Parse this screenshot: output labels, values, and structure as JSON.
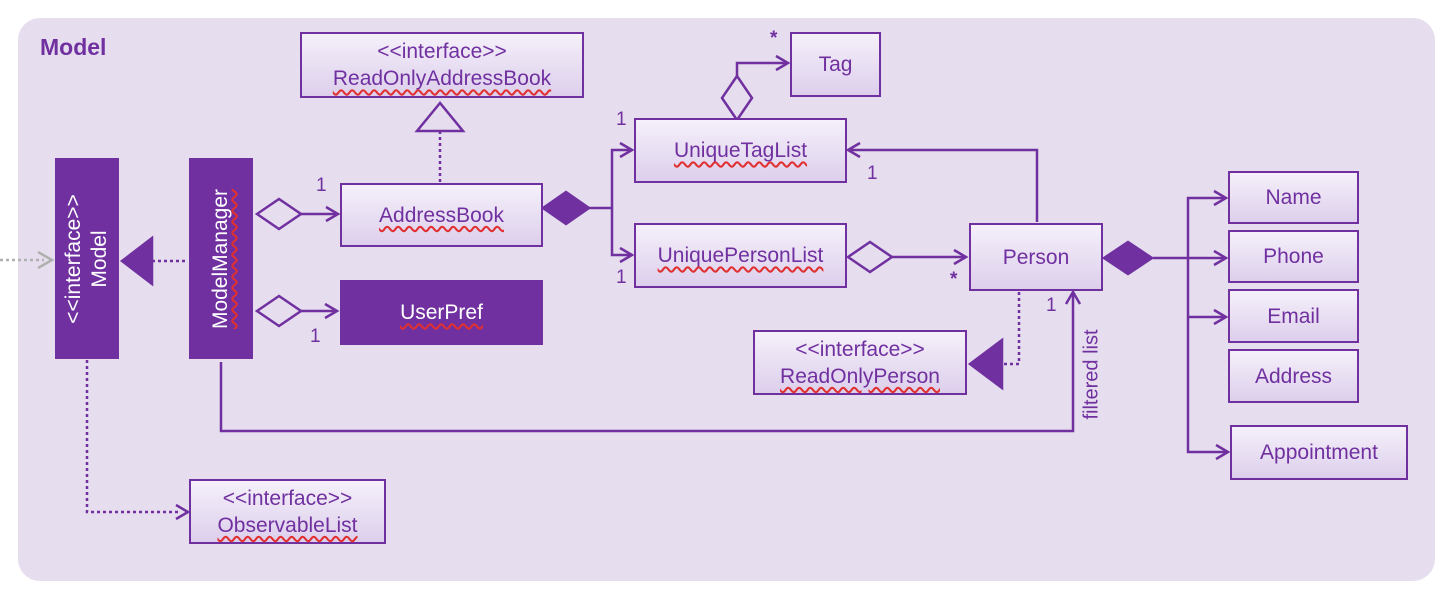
{
  "title": "Model",
  "interfaces": {
    "stereotype": "<<interface>>",
    "read_only_address_book": "ReadOnlyAddressBook",
    "read_only_person": "ReadOnlyPerson",
    "observable_list": "ObservableList",
    "model_stereotype": "<<interface>>",
    "model": "Model"
  },
  "classes": {
    "model_manager": "ModelManager",
    "address_book": "AddressBook",
    "user_pref": "UserPref",
    "unique_tag_list": "UniqueTagList",
    "unique_person_list": "UniquePersonList",
    "tag": "Tag",
    "person": "Person",
    "name": "Name",
    "phone": "Phone",
    "email": "Email",
    "address": "Address",
    "appointment": "Appointment"
  },
  "multiplicities": {
    "address_book": "1",
    "user_pref": "1",
    "unique_tag_list_left": "1",
    "unique_tag_list_right": "1",
    "unique_person_list": "1",
    "tag": "*",
    "person_many": "*",
    "person_filtered": "1"
  },
  "labels": {
    "filtered_list": "filtered list"
  },
  "colors": {
    "primary": "#7030a0",
    "frame": "#e6deee"
  }
}
